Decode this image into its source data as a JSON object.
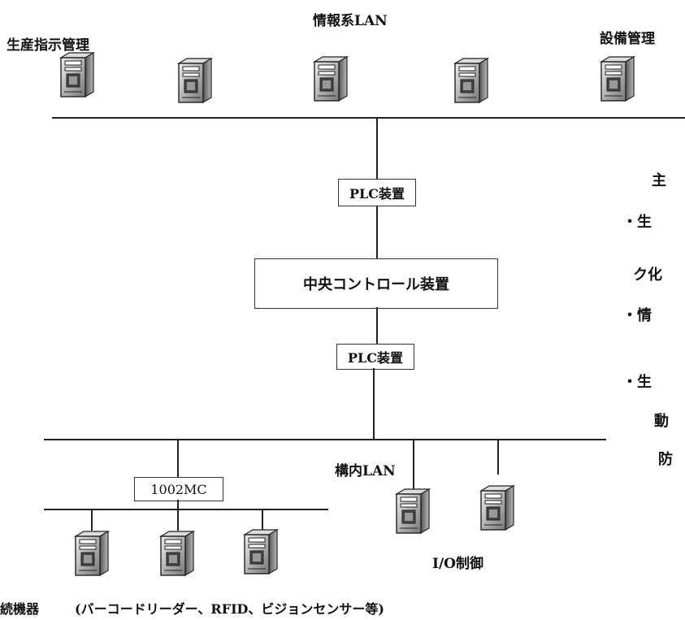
{
  "labels": {
    "info_lan": "情報系LAN",
    "production_mgmt": "生産指示管理",
    "equipment_mgmt": "設備管理",
    "internal_lan": "構内LAN",
    "io_control": "I/O制御",
    "bottom_left": "続機器",
    "bottom_note": "(バーコードリーダー、RFID、ビジョンセンサー等)"
  },
  "boxes": {
    "plc_top": "PLC装置",
    "central_control": "中央コントロール装置",
    "plc_bottom": "PLC装置",
    "mc": "1002MC"
  },
  "side_text": {
    "line1": "主",
    "line2": "・生",
    "line3": "ク化",
    "line4": "・情",
    "line5": "・生",
    "line6": "動",
    "line7": "防"
  },
  "server_icon": "server-tower-icon"
}
